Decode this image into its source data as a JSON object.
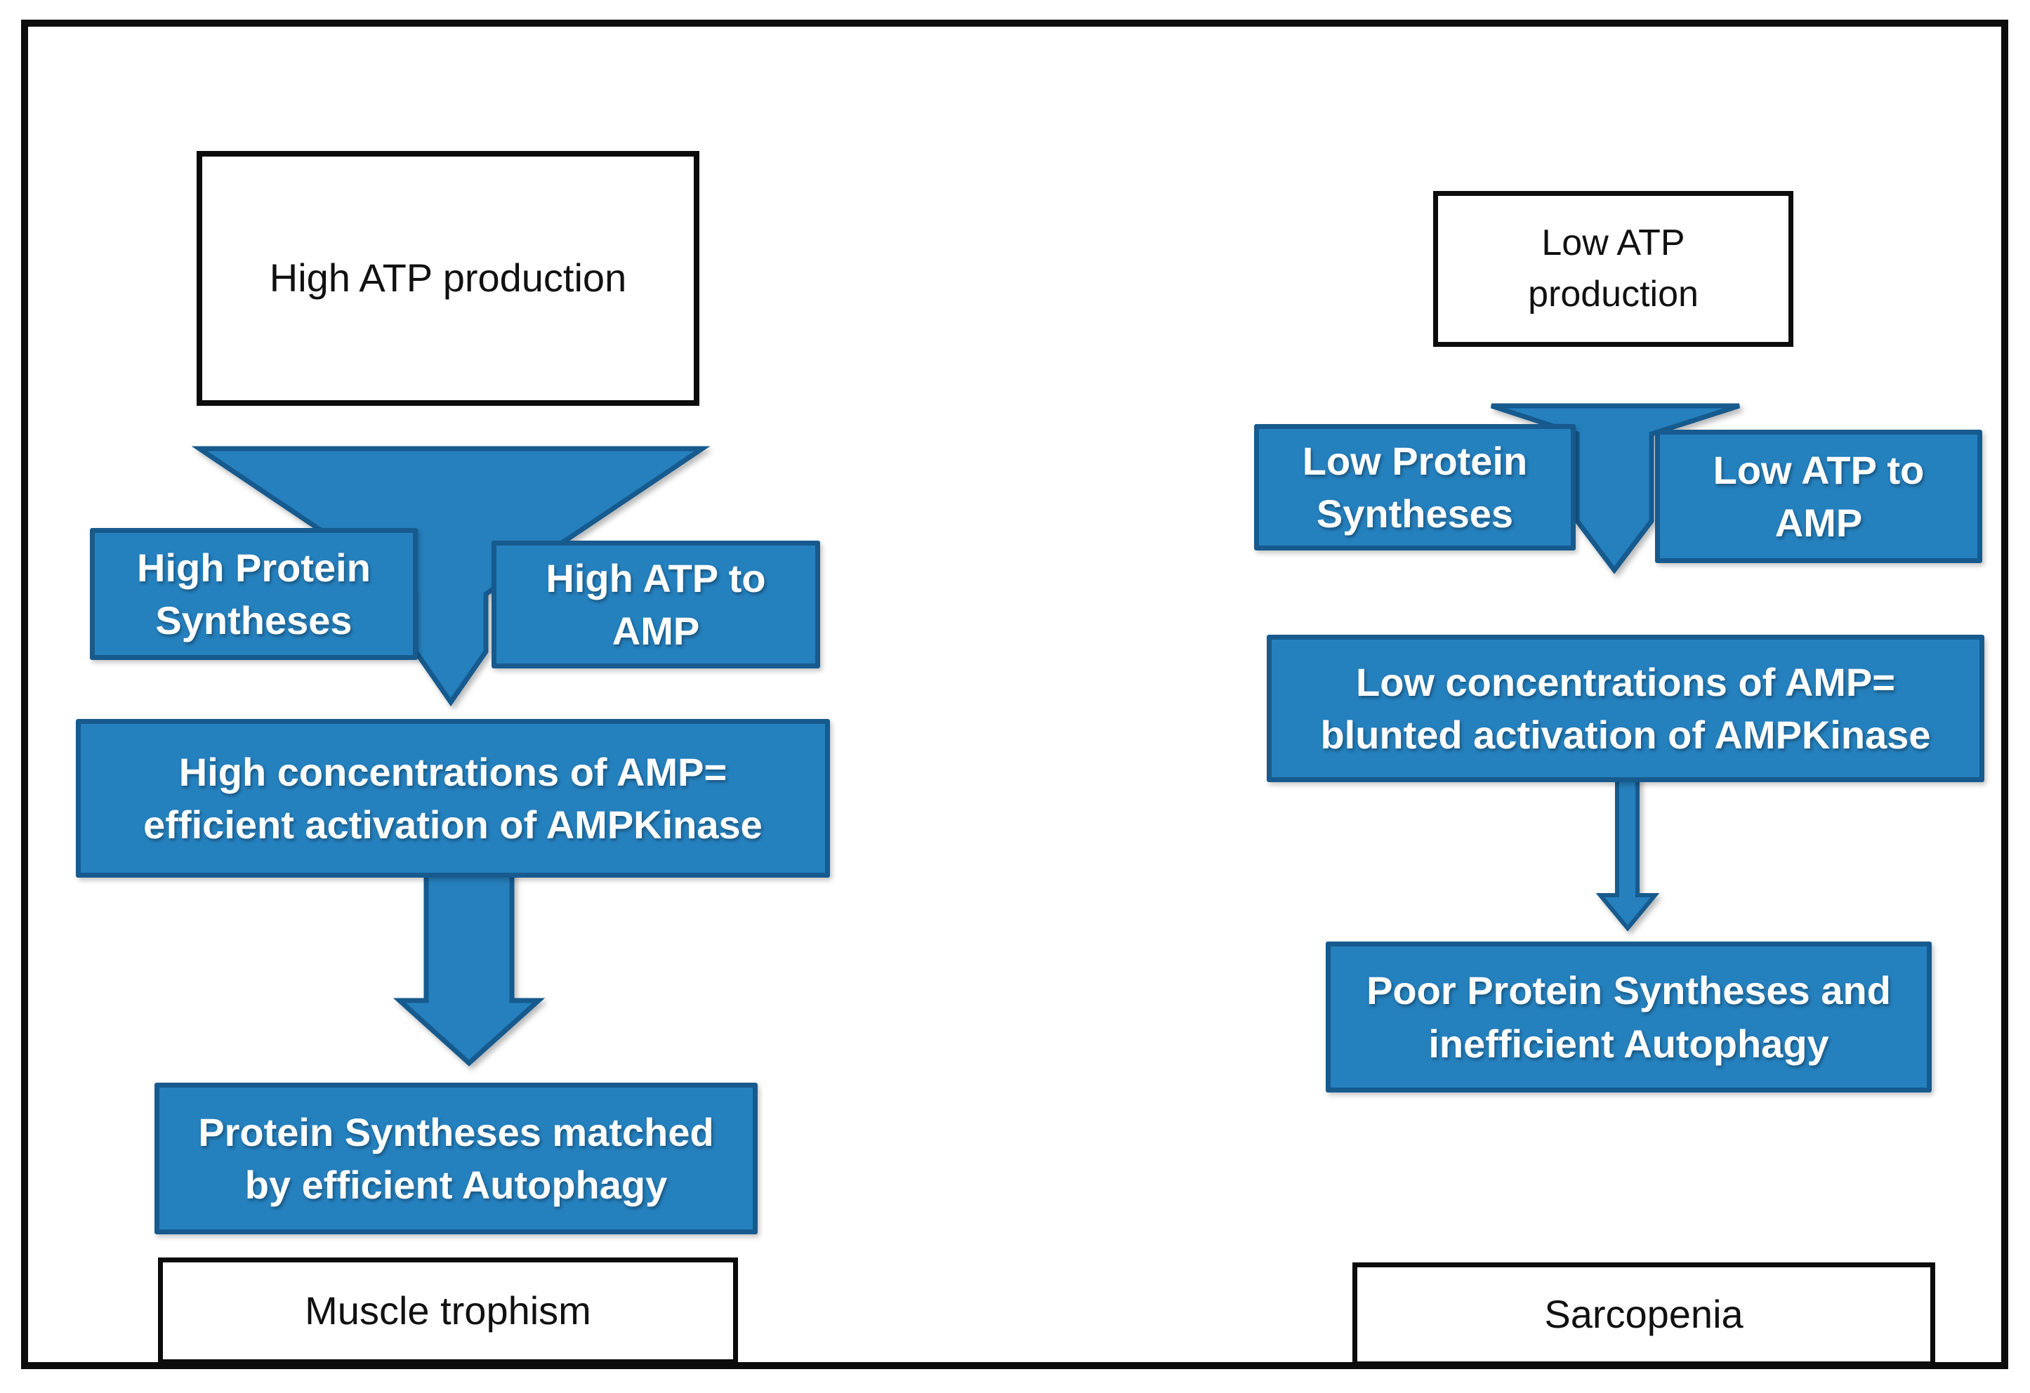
{
  "diagram": {
    "description": "Flow diagram comparing high vs low ATP production effects on AMPKinase activation, protein synthesis, autophagy and muscle outcome",
    "colors": {
      "box_fill_blue": "#2580BE",
      "box_border_blue": "#175A8E",
      "box_border_black": "#0c0c0c",
      "text_white": "#FFFFFF",
      "text_black": "#111111",
      "background": "#FFFFFF"
    },
    "arrows": {
      "left_funnel": "large-funnel-down-arrow",
      "left_thick": "thick-down-arrow",
      "right_funnel": "small-funnel-down-arrow",
      "right_thin": "thin-down-arrow"
    },
    "left_column": {
      "top_box": {
        "text": "High ATP production"
      },
      "branch1": {
        "line1": "High Protein",
        "line2": "Syntheses"
      },
      "branch2": {
        "line1": "High ATP to",
        "line2": "AMP"
      },
      "amp_box": {
        "line1": "High concentrations of AMP=",
        "line2": "efficient activation of AMPKinase"
      },
      "result_box": {
        "line1": "Protein Syntheses matched",
        "line2": "by efficient Autophagy"
      },
      "outcome_box": {
        "text": "Muscle trophism"
      }
    },
    "right_column": {
      "top_box": {
        "line1": "Low ATP",
        "line2": "production"
      },
      "branch1": {
        "line1": "Low Protein",
        "line2": "Syntheses"
      },
      "branch2": {
        "line1": "Low ATP to",
        "line2": "AMP"
      },
      "amp_box": {
        "line1": "Low concentrations of AMP=",
        "line2": "blunted activation of AMPKinase"
      },
      "result_box": {
        "line1": "Poor Protein Syntheses and",
        "line2": "inefficient Autophagy"
      },
      "outcome_box": {
        "text": "Sarcopenia"
      }
    }
  }
}
